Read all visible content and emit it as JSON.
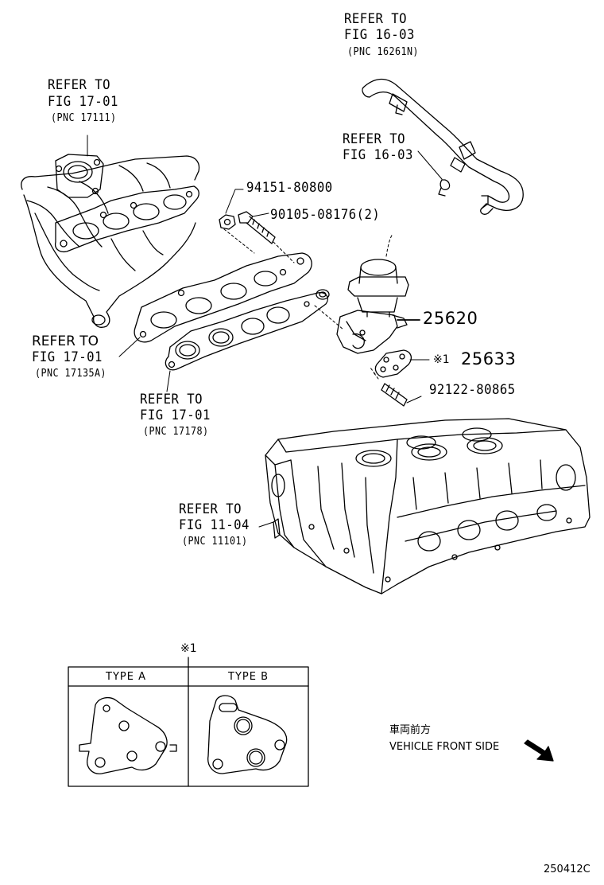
{
  "refs": {
    "r1": {
      "line1": "REFER TO",
      "line2": "FIG 16-03",
      "pnc": "(PNC 16261N)"
    },
    "r2": {
      "line1": "REFER TO",
      "line2": "FIG 17-01",
      "pnc": "(PNC 17111)"
    },
    "r3": {
      "line1": "REFER TO",
      "line2": "FIG 16-03"
    },
    "r4": {
      "line1": "REFER TO",
      "line2": "FIG 17-01",
      "pnc": "(PNC 17135A)"
    },
    "r5": {
      "line1": "REFER TO",
      "line2": "FIG 17-01",
      "pnc": "(PNC 17178)"
    },
    "r6": {
      "line1": "REFER TO",
      "line2": "FIG 11-04",
      "pnc": "(PNC 11101)"
    }
  },
  "parts": {
    "p1": "94151-80800",
    "p2": "90105-08176(2)",
    "p3": "25620",
    "p4_mark": "※1",
    "p4": "25633",
    "p5": "92122-80865"
  },
  "inset": {
    "mark": "※1",
    "type_a": "TYPE A",
    "type_b": "TYPE B"
  },
  "front": {
    "jp": "車両前方",
    "en": "VEHICLE FRONT SIDE"
  },
  "figure_code": "250412C"
}
